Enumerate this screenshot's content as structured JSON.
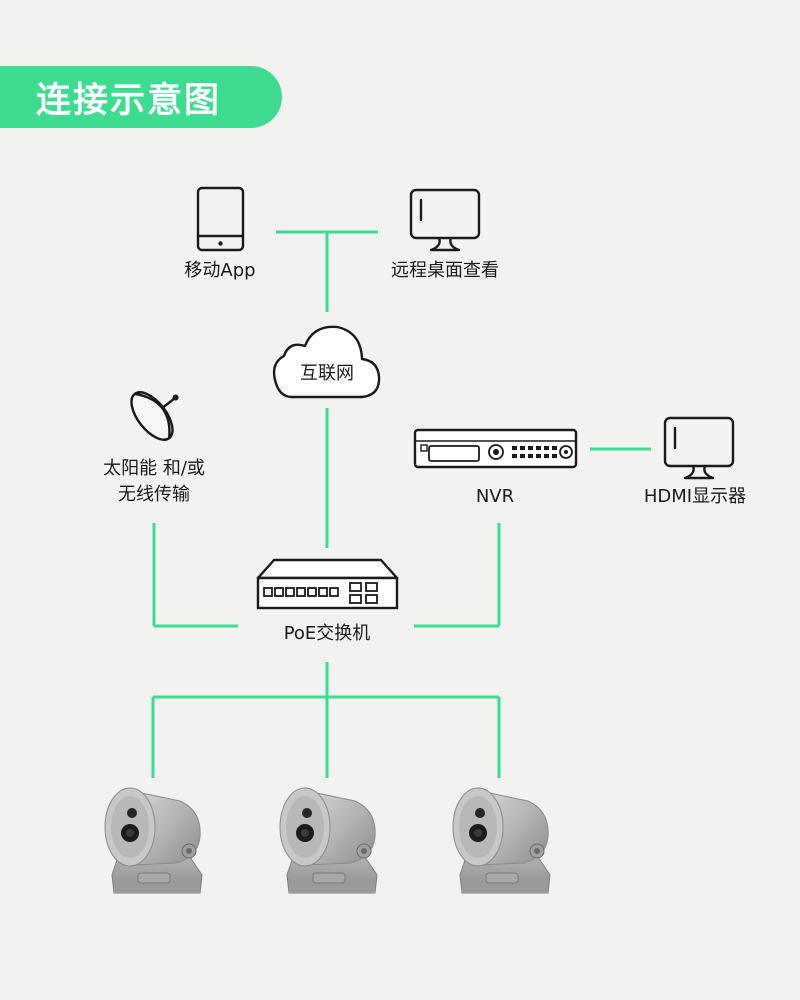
{
  "title": "连接示意图",
  "accent_color": "#3ddc91",
  "nodes": {
    "mobile_app": {
      "label": "移动App",
      "icon": "tablet-icon"
    },
    "remote_desktop": {
      "label": "远程桌面查看",
      "icon": "monitor-icon"
    },
    "internet": {
      "label": "互联网",
      "icon": "cloud-icon"
    },
    "solar_wireless": {
      "label_line1": "太阳能 和/或",
      "label_line2": "无线传输",
      "icon": "satellite-dish-icon"
    },
    "nvr": {
      "label": "NVR",
      "icon": "nvr-recorder-icon"
    },
    "hdmi_display": {
      "label": "HDMI显示器",
      "icon": "monitor-icon"
    },
    "poe_switch": {
      "label": "PoE交换机",
      "icon": "network-switch-icon"
    },
    "cameras": [
      {
        "icon": "camera-icon"
      },
      {
        "icon": "camera-icon"
      },
      {
        "icon": "camera-icon"
      }
    ]
  }
}
